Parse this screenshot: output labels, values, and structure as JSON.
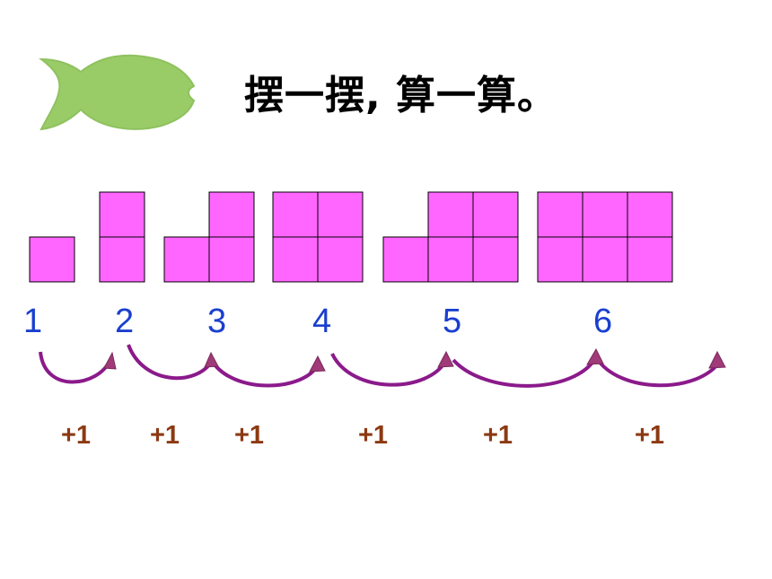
{
  "title": "摆一摆, 算一算。",
  "numbers": [
    "1",
    "2",
    "3",
    "4",
    "5",
    "6"
  ],
  "steps": [
    "+1",
    "+1",
    "+1",
    "+1",
    "+1",
    "+1"
  ],
  "colors": {
    "block_fill": "#ff66ff",
    "fish_fill": "#99cc66",
    "arc": "#8b1a8b",
    "arrow_head": "#a03a78",
    "number": "#1a3fcf",
    "step_label": "#8b3a13"
  },
  "icons": {
    "decoration": "fish-icon"
  }
}
